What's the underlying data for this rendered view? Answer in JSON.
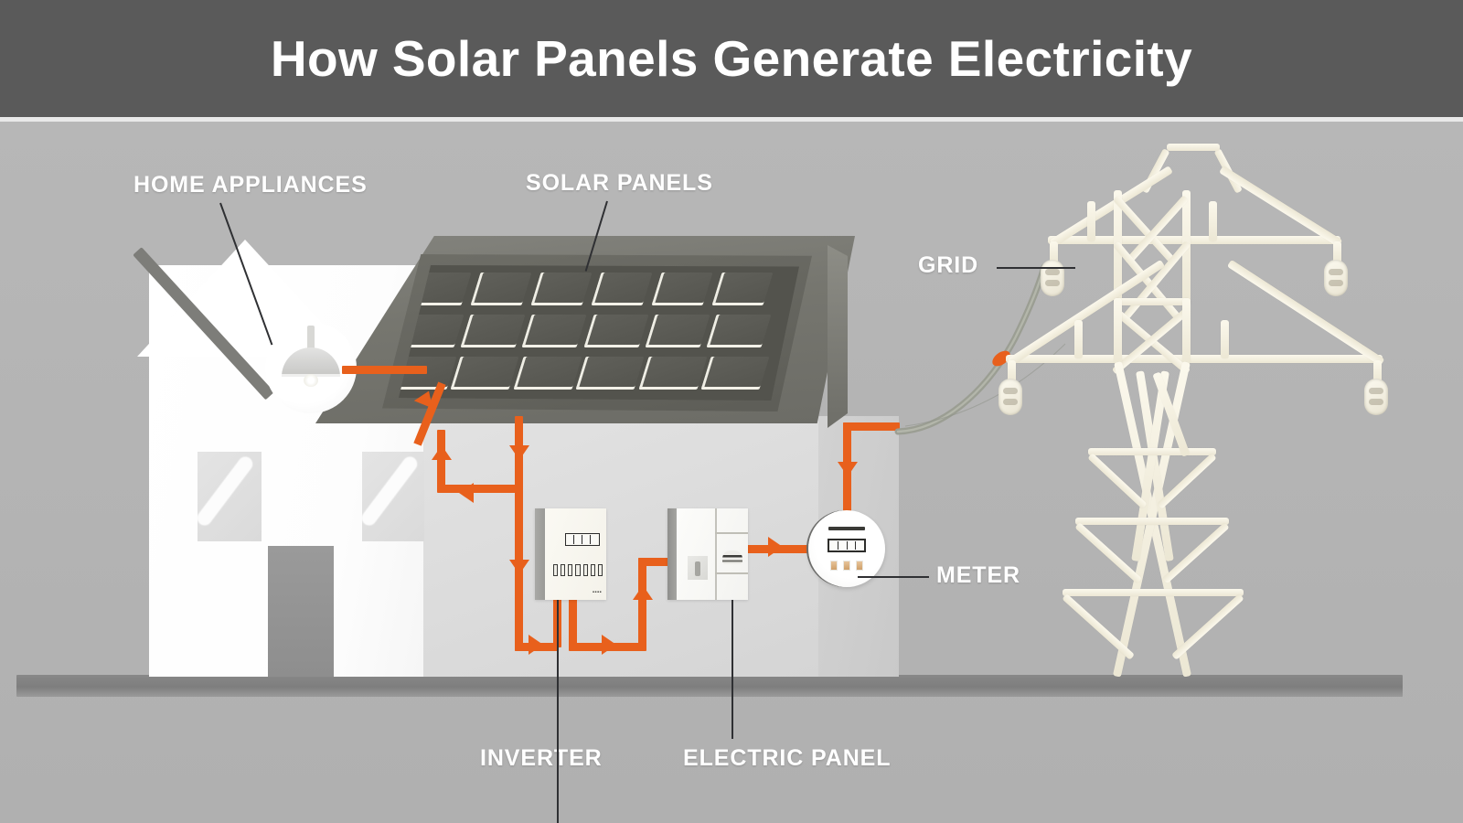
{
  "header": {
    "title": "How Solar Panels Generate Electricity",
    "background_color": "#5a5a5a",
    "text_color": "#ffffff"
  },
  "scene": {
    "background_color": "#b4b4b4",
    "ground_color": "#888888",
    "wire_color": "#e8601c",
    "tower_color": "#f7f3e4"
  },
  "labels": {
    "home_appliances": "HOME APPLIANCES",
    "solar_panels": "SOLAR PANELS",
    "grid": "GRID",
    "meter": "METER",
    "inverter": "INVERTER",
    "electric_panel": "ELECTRIC PANEL"
  },
  "components": [
    {
      "id": "solar-panels",
      "label": "SOLAR PANELS",
      "rows": 3,
      "columns": 6,
      "cell_count": 18
    },
    {
      "id": "home-appliances",
      "label": "HOME APPLIANCES",
      "device": "ceiling-lamp"
    },
    {
      "id": "inverter",
      "label": "INVERTER",
      "display_digits": 4,
      "indicator_count": 7
    },
    {
      "id": "electric-panel",
      "label": "ELECTRIC PANEL"
    },
    {
      "id": "meter",
      "label": "METER",
      "display_digits": 4,
      "indicator_count": 3
    },
    {
      "id": "grid",
      "label": "GRID",
      "structure": "transmission-tower",
      "insulator_count": 4
    }
  ],
  "flow": {
    "description": "Solar panels to inverter to electric panel to meter to grid, with branch to home appliances",
    "arrow_count": 10
  }
}
